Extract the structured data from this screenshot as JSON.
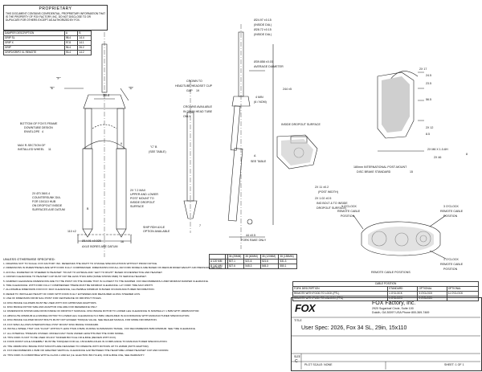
{
  "proprietary": {
    "title": "PROPRIETARY",
    "text": "THIS DOCUMENT CONTAINS CONFIDENTIAL, PROPRIETARY INFORMATION THAT IS THE PROPERTY OF FOX FACTORY, INC. DO NOT DISCLOSE TO OR DUPLICATE FOR OTHERS EXCEPT AS AUTHORIZED BY FOX."
  },
  "dim_table": {
    "headers": [
      "DAMPER DESCRIPTION",
      "A",
      "B"
    ],
    "rows": [
      [
        "GRIP SL",
        "98.4",
        "14.4"
      ],
      [
        "GRIP X",
        "97.8",
        "14.1"
      ],
      [
        "GRIP",
        "96.4",
        "26.2"
      ],
      [
        "GRIP2/GRIP2 XL REMOTE",
        "93.4",
        "14.2"
      ]
    ]
  },
  "front_labels": {
    "f": "\"F\"",
    "e": "\"E\"",
    "d": "\"D\"",
    "dim_38_4": "38.4",
    "bottom_of_frame": "BOTTOM OF FOX'S FRAME",
    "downtube_design": "DOWNTUBE DESIGN",
    "envelope": "ENVELOPE",
    "envelope_num": "4",
    "max_rh": "MAX R-SECTION OF",
    "installed_wheel": "INSTALLED WHEEL",
    "installed_wheel_num": "11",
    "countersunk": "2X Ø7/.56/0.4",
    "countersunk2": "COUNTERSUNK DIA.",
    "countersunk3": "FOR 15X110 HUB",
    "countersunk4": "ON DROPOUT INSIDE",
    "countersunk5": "SURFACES AXE DATUM",
    "hub_dim": "110 ±2",
    "ref_b": "B",
    "ref_c": "\"C\"",
    "note_9": "9",
    "note_16": "16",
    "m8": "2X 7.2 MAX",
    "m8_b": "UPPER AND LOWER",
    "m8_c": "POST MOUNT TO",
    "m8_d": "INSIDE DROPOUT",
    "m8_e": "SURFACE",
    "thru": "SHIP RDH AXLE",
    "thru2": "OPTION AVAILABLE",
    "axle_dia": "Ø14.91 ±0.025",
    "axle_datum": "AXLE BORES ARE DATUM"
  },
  "side_labels": {
    "dia_steerer_top": "Ø24.97 ±0.15",
    "inside_dia": "(INSIDE DIA.)",
    "dia_steerer_mid": "Ø28.72 ±0.15",
    "inside_dia2": "(INSIDE DIA.)",
    "dia_crown": "Ø39.858 ±0.03",
    "avg_diameter": "AVERAGE DIAMETER",
    "dim_244": "244 ±5",
    "crown_to": "CROWN TO",
    "headtube_gap": "HEADTUBE/HEADSET CUP",
    "gap": "GAP",
    "gap_num": "19",
    "min_4": "4 MIN",
    "min_4b": "(6 / NOM)",
    "crowns_avail": "CROWNS AVAILABLE",
    "crowns_avail2": "IN 28MM HEAD TUBE",
    "crowns_avail3": "ONLY",
    "inside_dropout": "INSIDE DROPOUT SURFACE",
    "a_label": "A",
    "see_table": "SEE TABLE",
    "b_label": "B",
    "see_table2": "(SEE TABLE)",
    "pm_dim": "2X 11 ±0.2",
    "post_width": "(POST WIDTH)",
    "pm_dim2": "2X 1.02 ±0.5",
    "ing_bolt": "ING BOLT & TO INSIDE",
    "dropout_surf": "DROPOUT SURFACE)",
    "fork_rake": "44 ±0.5",
    "fork_rake2": "FORK RAKE ONLY",
    "num_7": "7"
  },
  "caliper_labels": {
    "r2x": "2X 17",
    "d1": "24.5",
    "d2": "23.5",
    "d3": "56.5",
    "d4": "2X 12",
    "d5": "8.5",
    "thread": "2X M6 X 1.0-6H",
    "thread_num": "8",
    "d6": "2X 46",
    "pm_title": "180mm INTERNATIONAL POST-MOUNT",
    "pm_title2": "DISC BRAKE STANDARD",
    "pm_num": "15"
  },
  "remote_labels": {
    "pos1": "9 O'CLOCK",
    "pos1b": "REMOTE CABLE",
    "pos1c": "POSITION",
    "pos2": "3 O'CLOCK",
    "pos2b": "REMOTE CABLE",
    "pos2c": "POSITION",
    "pos3": "1 O'CLOCK",
    "pos3b": "REMOTE CABLE",
    "pos3c": "POSITION",
    "title": "REMOTE CABLE POSITIONS"
  },
  "travel_table": {
    "headers": [
      "",
      "",
      "35\n(25MM)",
      "35\n(60MM)",
      "35\n(120MM)",
      "35\n(155MM)"
    ],
    "rows": [
      [
        "A 120 MM",
        "",
        "507.1",
        "521.6",
        "521.6",
        "531.3"
      ],
      [
        "B 140 MM",
        "",
        "527.6",
        "545.3",
        "545.3",
        "550.1"
      ]
    ]
  },
  "cable_table": {
    "title": "CABLE POSITION",
    "headers": [
      "FORK DESCRIPTION",
      "STANDARD",
      "OPTIONAL",
      "OPTIONAL"
    ],
    "rows": [
      [
        "REMOTE WITH FOOD TO LOCK (PTL)",
        "1 O'CLOCK",
        "3 O'CLOCK",
        "11 O'CLOCK"
      ],
      [
        "REMOTE WITH PUSH TO UNLOCK (PTU)",
        "1 O'CLOCK",
        "9 O'CLOCK",
        ""
      ]
    ]
  },
  "notes": {
    "heading": "UNLESS OTHERWISE SPECIFIED:",
    "items": [
      "1.  DRAWING NOT TO SCALE.  FOX FACTORY INC. RESERVES THE RIGHT TO CHANGE SPECIFICATIONS WITHOUT PRIOR NOTICE.",
      "2.  DIMENSIONS IN PARENTHESES ARE WITH FORK FULLY COMPRESSED. DIMENSIONS FOR ALL AIR FORK MODELS ARE BASED ON MEDIUM RIDER WEIGHT AIR PRESSURE SETTING.",
      "3.  ANY/ALL DIAMETER OF STEERER IN HEADSET: TOUGH TO ACHIEVE AND \"LEFT TO RIGHT\" BASED ON RESPECTIVE AND HEADSET.",
      "4.  CROWN CLEARANCE TO HEADSET CUP MUST NOT BE LESS THAN 4MM (SOME SHOWN 6MM) TO SERVICE HEADSET.",
      "5.  DAMPER CLEARANCE DIMENSIONS ARE TO THE POINT ON THE FRAME THAT IS CLOSEST TO THE DAMPER. FOX RECOMMENDS A 2MM MINIMUM DAMPER CLEARANCE.",
      "6.  TIRE CLEARANCE: WITH FORK FULLY COMPRESSED THERE MUST BE MINIMUM CLEARANCE. LAY FORK TIRE MAX WIDTH.",
      "7.  ALLOWABLE DIMENSION FOR FOX: MAX CLEARANCE, ALLOWABLE MINIMUM IS BASED ON MANUFACTURER INFORMATION.",
      "8.  REFER TO INSTALLED HEIGHT OF FORK WITH FORK FULLY EXTENDED AND MEASURED ALONG STEERER AXIS.",
      "9.  USE OF DIMENSION FROM SAG POINT FOR CENTERLINE OF DROPOUT HOLES.",
      "10. DISC BRAKE CALIPERS MUST BE USED WITH FOX APPROVED ADAPTORS.",
      "11. DISC BRAKE ROTOR SIZE AND ADAPTOR USE ARE FOR REFERENCE ONLY.",
      "12. DIMENSIONS SHOWN ARE FROM INSIDE OF DROPOUT SURFACE. DISC BRAKE ROTOR TO LOWER LEG CLEARANCE IS NOMINALLY 1.5MM WITH 180MM ROTOR.",
      "13. ABSOLUTE MINIMUM ALLOWABLE ROTOR TO LOWER LEG CLEARANCE IS 0.5MM, MEASURED IN ACCORDANCE WITH MANUFACTURER SPECIFICATION.",
      "14. DISC BRAKE CALIPER MOUNT BOLTS MUST NOT EXCEED TORQUE VALUE. SEE DEALER MANUAL FOR MORE INFORMATION.",
      "15. FOX SPEC ALLOWS INTERNATIONAL POST MOUNT DISC BRAKE STANDARD.",
      "16. INSTALL WHEEL THAT CAN \"FLOAT\" WITHOUT LESS THAN 0.5MM, DURING SUSPENSION TRAVEL. FOX RECOMMENDS 5MM MINIMUM. SEE TIRE CLEARANCE.",
      "17. ALL INTERNAL THREADS CHASED. MODELS MAY HAVE VARIED LENGTHS PER THE FORK MODEL.",
      "18. THIS FORK IS NOT TO BE USED ON ANY TANDEM BICYCLE OR E-BIKE (REVIEW WITH FOX).",
      "19. FORK FRONT AXLE ASSEMBLY MUST BE TORQUED FOR ALL 15X110MM AXLES IN COMPLIANCE TO MANUFACTURER SPECIFICATION.",
      "20. THE 180MM DISC BRAKE POST MOUNTS ARE DESIGNED TO OPERATE WITH ROTORS UP TO 203MM (WITH ADAPTOR).",
      "21. FOX RECOMMENDS 1.5MM OR GREATER VERTICAL CLEARANCE GAP BETWEEN THE HEADTUBE LOWER HEADSET CUP AND CROWN.",
      "22. THIS FORK IS COMPATIBLE WITH E-CLASS 1 AND E2 (I.E. ELECTRIC BICYCLES). FOR E-BIKE USE, SEE WARRANTY."
    ]
  },
  "title_block": {
    "company": "FOX Factory, Inc.",
    "addr1": "2920 Sugarloaf Circle, Suite 100",
    "addr2": "Duluth, GA 30097 USA Phone 800-369-7469",
    "title_label": "TITLE",
    "spec": "User Spec: 2026, Fox 34 SL, 29in, 15x110",
    "size_label": "SIZE",
    "size": "C",
    "scale_label": "PLOT SCALE: NONE",
    "sheet_label": "SHEET: 1 OF 1",
    "logo": "FOX"
  }
}
